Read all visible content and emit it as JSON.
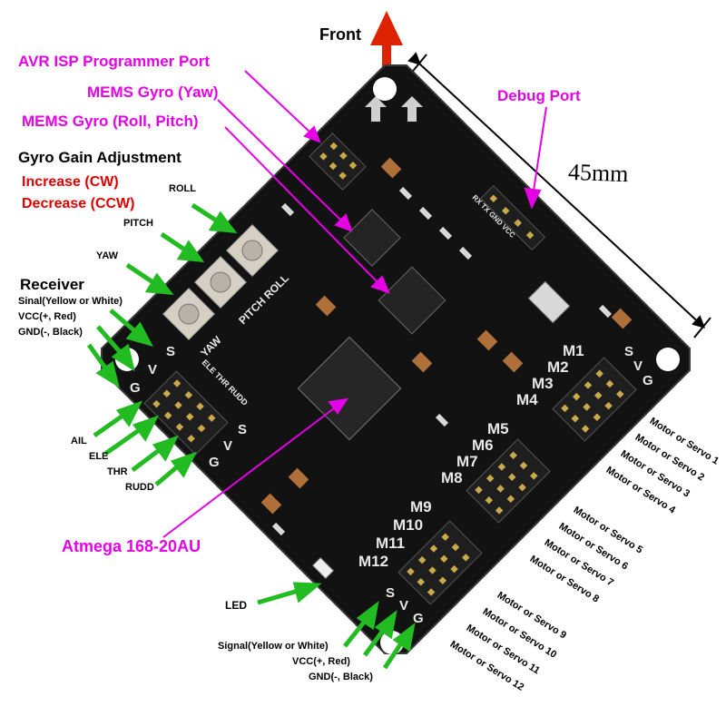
{
  "title": "Front",
  "dimension": "45mm",
  "labels": {
    "avr_isp": "AVR ISP Programmer Port",
    "gyro_yaw": "MEMS Gyro (Yaw)",
    "gyro_roll_pitch": "MEMS Gyro (Roll, Pitch)",
    "gain_title": "Gyro Gain Adjustment",
    "increase": "Increase (CW)",
    "decrease": "Decrease (CCW)",
    "roll": "ROLL",
    "pitch": "PITCH",
    "yaw": "YAW",
    "receiver": "Receiver",
    "rx_signal": "Sinal(Yellow or White)",
    "rx_vcc": "VCC(+, Red)",
    "rx_gnd": "GND(-, Black)",
    "ail": "AIL",
    "ele": "ELE",
    "thr": "THR",
    "rudd": "RUDD",
    "debug_port": "Debug Port",
    "mcu": "Atmega 168-20AU",
    "led": "LED",
    "out_signal": "Signal(Yellow or White)",
    "out_vcc": "VCC(+, Red)",
    "out_gnd": "GND(-, Black)"
  },
  "motors": [
    "Motor or Servo 1",
    "Motor or Servo 2",
    "Motor or Servo 3",
    "Motor or Servo 4",
    "Motor or Servo 5",
    "Motor or Servo 6",
    "Motor or Servo 7",
    "Motor or Servo 8",
    "Motor or Servo 9",
    "Motor or Servo 10",
    "Motor or Servo 11",
    "Motor or Servo 12"
  ],
  "silkscreen": {
    "m1": "M1",
    "m2": "M2",
    "m3": "M3",
    "m4": "M4",
    "m5": "M5",
    "m6": "M6",
    "m7": "M7",
    "m8": "M8",
    "m9": "M9",
    "m10": "M10",
    "m11": "M11",
    "m12": "M12",
    "pitch_roll": "PITCH  ROLL",
    "yaw": "YAW",
    "inputs": "ELE  THR  RUDD",
    "debug_pins": "RX TX GND VCC",
    "s": "S",
    "v": "V",
    "g": "G"
  },
  "colors": {
    "magenta": "#e600e6",
    "green_arrow": "#22bb22",
    "red_text": "#e00000",
    "front_arrow": "#dd2200",
    "board": "#121212"
  }
}
